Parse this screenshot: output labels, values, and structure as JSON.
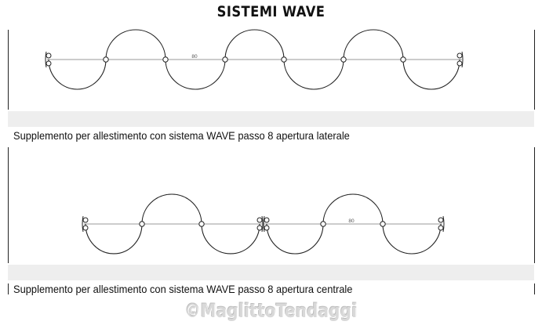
{
  "title": "SISTEMI WAVE",
  "diagrams": [
    {
      "caption": "Supplemento per allestimento con sistema WAVE passo 8 apertura laterale",
      "dimension_label": "80"
    },
    {
      "caption": "Supplemento per allestimento con sistema WAVE passo 8 apertura centrale",
      "dimension_label": "80"
    }
  ],
  "watermark": "©MaglittoTendaggi"
}
